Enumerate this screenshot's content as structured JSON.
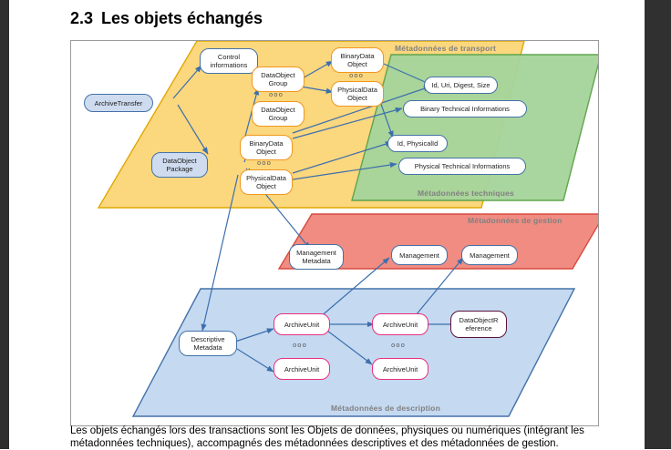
{
  "document": {
    "section_number": "2.3",
    "section_title": "Les objets échangés",
    "caption": "Les objets échangés lors des transactions sont les Objets de données, physiques ou numériques (intégrant les métadonnées techniques), accompagnés des métadonnées descriptives et des métadonnées de gestion."
  },
  "diagram": {
    "planes": [
      {
        "id": "transport",
        "label": "Métadonnées de transport",
        "fill": "#fbd77e",
        "stroke": "#e0a800"
      },
      {
        "id": "technique",
        "label": "Métadonnées techniques",
        "fill": "#a7d49b",
        "stroke": "#4f9b3c"
      },
      {
        "id": "gestion",
        "label": "Métadonnées de gestion",
        "fill": "#f08c82",
        "stroke": "#d32f2f"
      },
      {
        "id": "description",
        "label": "Métadonnées de description",
        "fill": "#c5d9f1",
        "stroke": "#4472a8"
      }
    ],
    "nodes": [
      {
        "id": "archive-transfer",
        "label": "ArchiveTransfer",
        "style": "blue"
      },
      {
        "id": "control-informations",
        "label": "Control informations",
        "style": "whiteb"
      },
      {
        "id": "dataobject-group-1",
        "label": "DataObject Group",
        "style": "orange"
      },
      {
        "id": "dataobject-group-2",
        "label": "DataObject Group",
        "style": "orange"
      },
      {
        "id": "binarydata-object-top",
        "label": "BinaryData Object",
        "style": "orange"
      },
      {
        "id": "physicaldata-object-top",
        "label": "PhysicalData Object",
        "style": "orange"
      },
      {
        "id": "dataobject-package",
        "label": "DataObject Package",
        "style": "blue"
      },
      {
        "id": "binarydata-object",
        "label": "BinaryData Object",
        "style": "orange"
      },
      {
        "id": "physicaldata-object",
        "label": "PhysicalData Object",
        "style": "orange"
      },
      {
        "id": "id-uri-digest-size",
        "label": "Id, Uri, Digest, Size",
        "style": "white"
      },
      {
        "id": "binary-technical-informations",
        "label": "Binary Technical Informations",
        "style": "white"
      },
      {
        "id": "id-physicalid",
        "label": "Id, PhysicalId",
        "style": "white"
      },
      {
        "id": "physical-technical-informations",
        "label": "Physical Technical Informations",
        "style": "white"
      },
      {
        "id": "management-metadata",
        "label": "Management Metadata",
        "style": "white"
      },
      {
        "id": "management-1",
        "label": "Management",
        "style": "white"
      },
      {
        "id": "management-2",
        "label": "Management",
        "style": "white"
      },
      {
        "id": "descriptive-metadata",
        "label": "Descriptive Metadata",
        "style": "white"
      },
      {
        "id": "archiveunit-1",
        "label": "ArchiveUnit",
        "style": "pink"
      },
      {
        "id": "archiveunit-2",
        "label": "ArchiveUnit",
        "style": "pink"
      },
      {
        "id": "archiveunit-3",
        "label": "ArchiveUnit",
        "style": "pink"
      },
      {
        "id": "archiveunit-4",
        "label": "ArchiveUnit",
        "style": "pink"
      },
      {
        "id": "dataobject-reference",
        "label": "DataObjectR eference",
        "style": "purple"
      }
    ],
    "ellipsis_marks": [
      "ooo",
      "ooo",
      "ooo",
      "ooo",
      "ooo"
    ],
    "arrow_color": "#3c6fad"
  }
}
